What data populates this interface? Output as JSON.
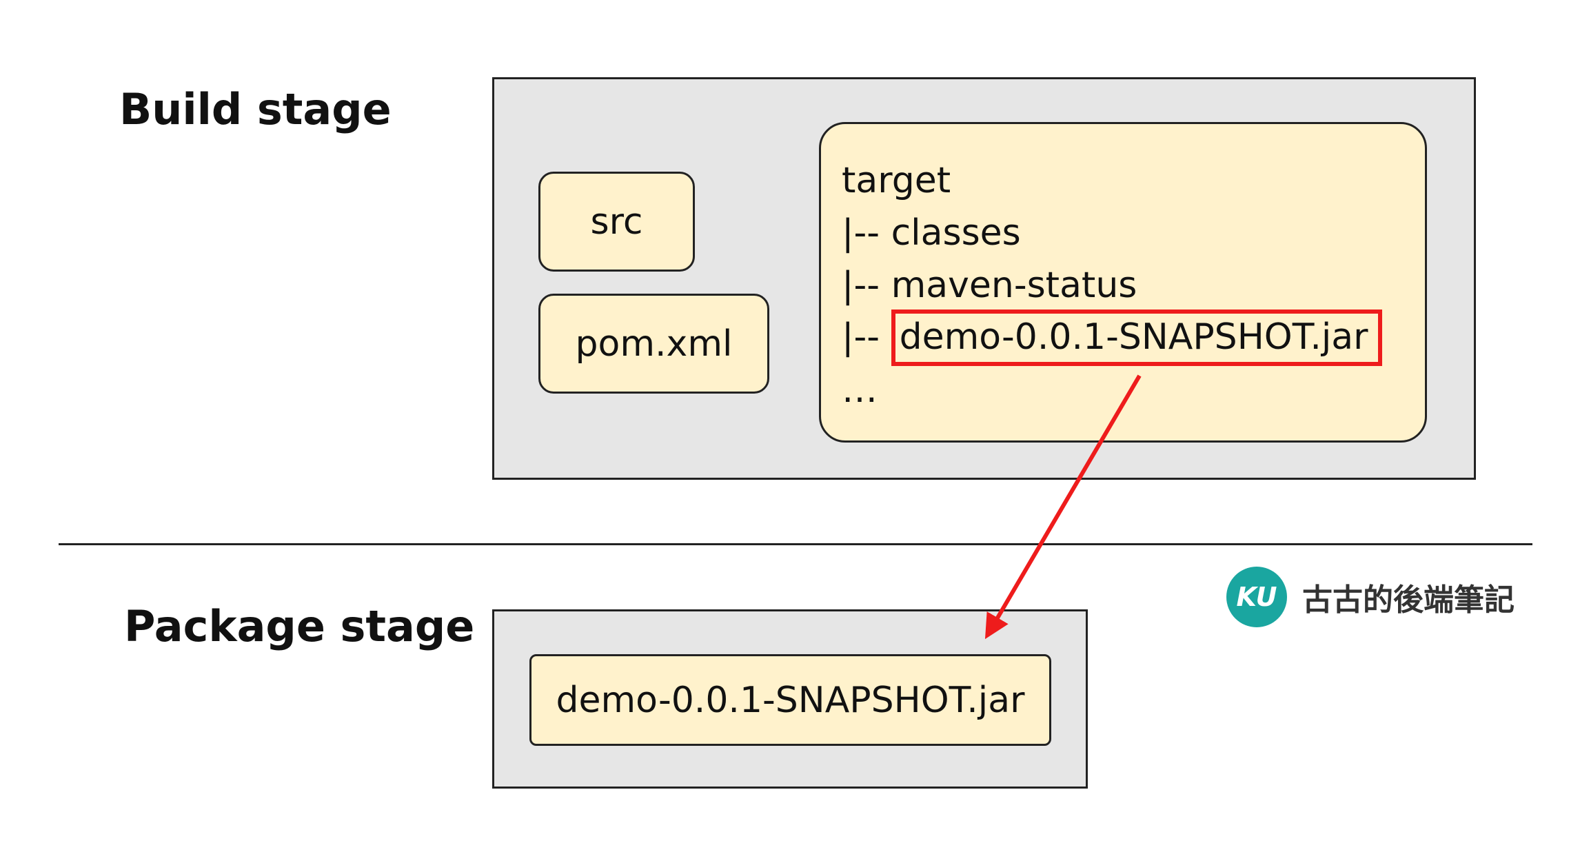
{
  "stages": {
    "build_label": "Build stage",
    "package_label": "Package stage"
  },
  "build": {
    "src": "src",
    "pom": "pom.xml",
    "target_tree": {
      "root": "target",
      "branch_prefix": "|-- ",
      "classes": "classes",
      "maven_status": "maven-status",
      "jar": "demo-0.0.1-SNAPSHOT.jar",
      "ellipsis": "…"
    }
  },
  "package": {
    "jar": "demo-0.0.1-SNAPSHOT.jar"
  },
  "watermark": {
    "logo": "KU",
    "text": "古古的後端筆記"
  },
  "colors": {
    "container_fill": "#e6e6e6",
    "box_fill": "#fff2cc",
    "highlight": "#ee1c1c",
    "arrow": "#ee1c1c",
    "logo": "#1aa6a0"
  }
}
